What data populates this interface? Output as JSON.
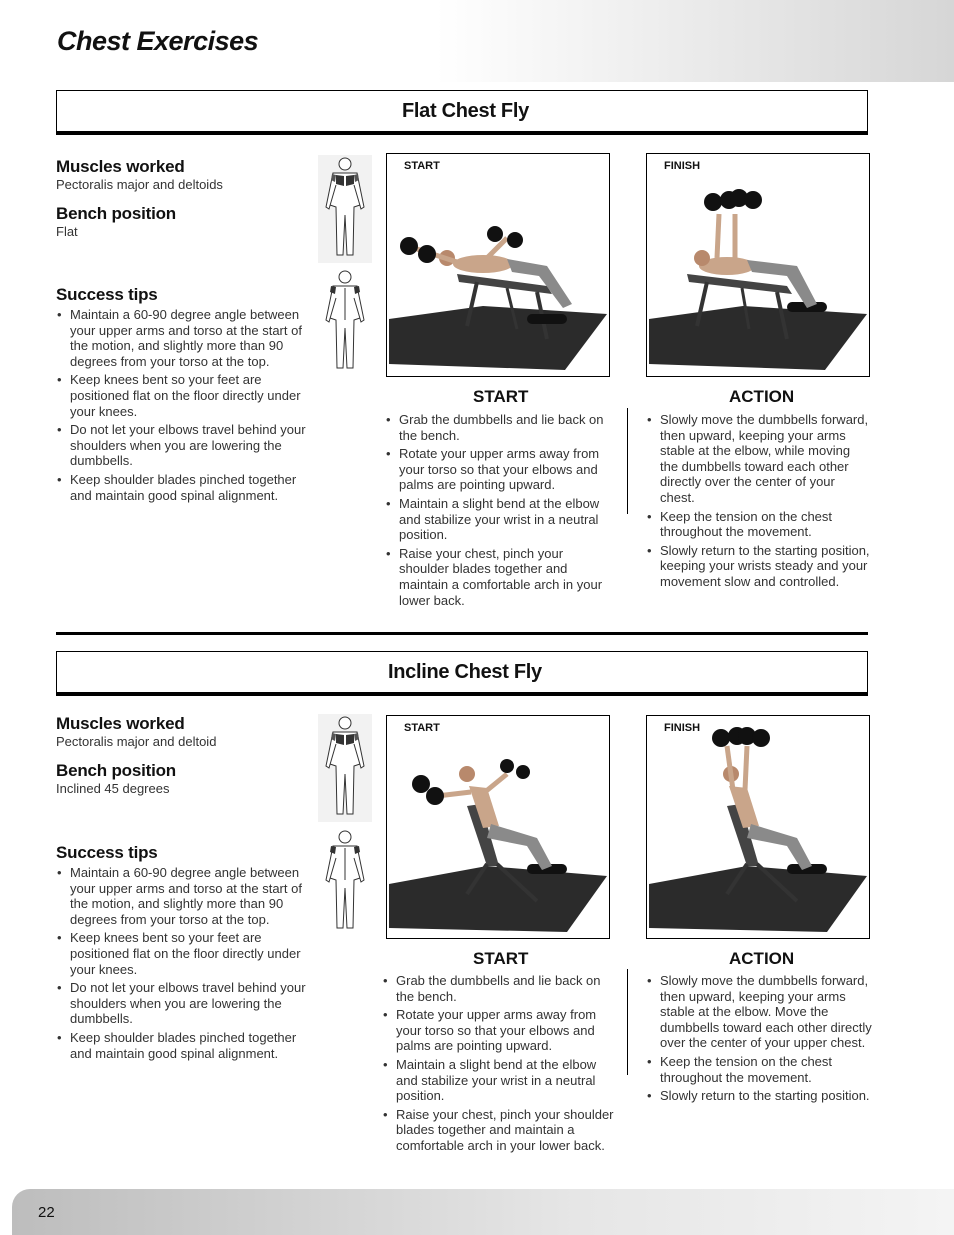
{
  "page": {
    "title": "Chest Exercises",
    "page_number": "22"
  },
  "sections": [
    {
      "title": "Flat Chest Fly",
      "muscles_label": "Muscles worked",
      "muscles_value": "Pectoralis major and deltoids",
      "bench_label": "Bench position",
      "bench_value": "Flat",
      "tips_label": "Success tips",
      "tips": [
        "Maintain a 60-90 degree angle between your upper arms and torso at the start of the motion, and slightly more than 90 degrees from your torso at the top.",
        "Keep knees bent so your feet are positioned flat on the floor directly under your knees.",
        "Do not let your elbows travel behind your shoulders when you are lowering the dumbbells.",
        "Keep shoulder blades pinched together and maintain good spinal alignment."
      ],
      "photo_start_label": "START",
      "photo_finish_label": "FINISH",
      "start_heading": "START",
      "start_steps": [
        "Grab the dumbbells and lie back on the bench.",
        "Rotate your upper arms away from your torso so that your elbows and palms are pointing upward.",
        "Maintain a slight bend at the elbow and stabilize your wrist in a neutral position.",
        "Raise your chest, pinch your shoulder blades together and maintain a comfortable arch in your lower back."
      ],
      "action_heading": "ACTION",
      "action_steps": [
        "Slowly move the dumbbells forward, then upward, keeping your arms stable at the elbow, while moving the dumbbells toward each other directly over the center of your chest.",
        "Keep the tension on the chest throughout the movement.",
        "Slowly return to the starting position, keeping your wrists steady and your movement slow and controlled."
      ]
    },
    {
      "title": "Incline Chest Fly",
      "muscles_label": "Muscles worked",
      "muscles_value": "Pectoralis major and deltoid",
      "bench_label": "Bench position",
      "bench_value": "Inclined 45 degrees",
      "tips_label": "Success tips",
      "tips": [
        "Maintain a 60-90 degree angle between your upper arms and torso at the start of the motion, and slightly more than 90 degrees from your torso at the top.",
        "Keep knees bent so your feet are positioned flat on the floor directly under your knees.",
        "Do not let your elbows travel behind your shoulders when you are lowering the dumbbells.",
        "Keep shoulder blades pinched together and maintain good spinal alignment."
      ],
      "photo_start_label": "START",
      "photo_finish_label": "FINISH",
      "start_heading": "START",
      "start_steps": [
        "Grab the dumbbells and lie back on the bench.",
        "Rotate your upper arms away from your torso so that your elbows and palms are pointing upward.",
        "Maintain a slight bend at the elbow and stabilize your wrist in a neutral position.",
        "Raise your chest, pinch your shoulder blades together and maintain a comfortable arch in your lower back."
      ],
      "action_heading": "ACTION",
      "action_steps": [
        "Slowly move the dumbbells forward, then upward, keeping your arms stable at the elbow. Move the dumbbells toward each other directly over the center of your upper chest.",
        "Keep the tension on the chest throughout the movement.",
        "Slowly return to the starting position."
      ]
    }
  ]
}
